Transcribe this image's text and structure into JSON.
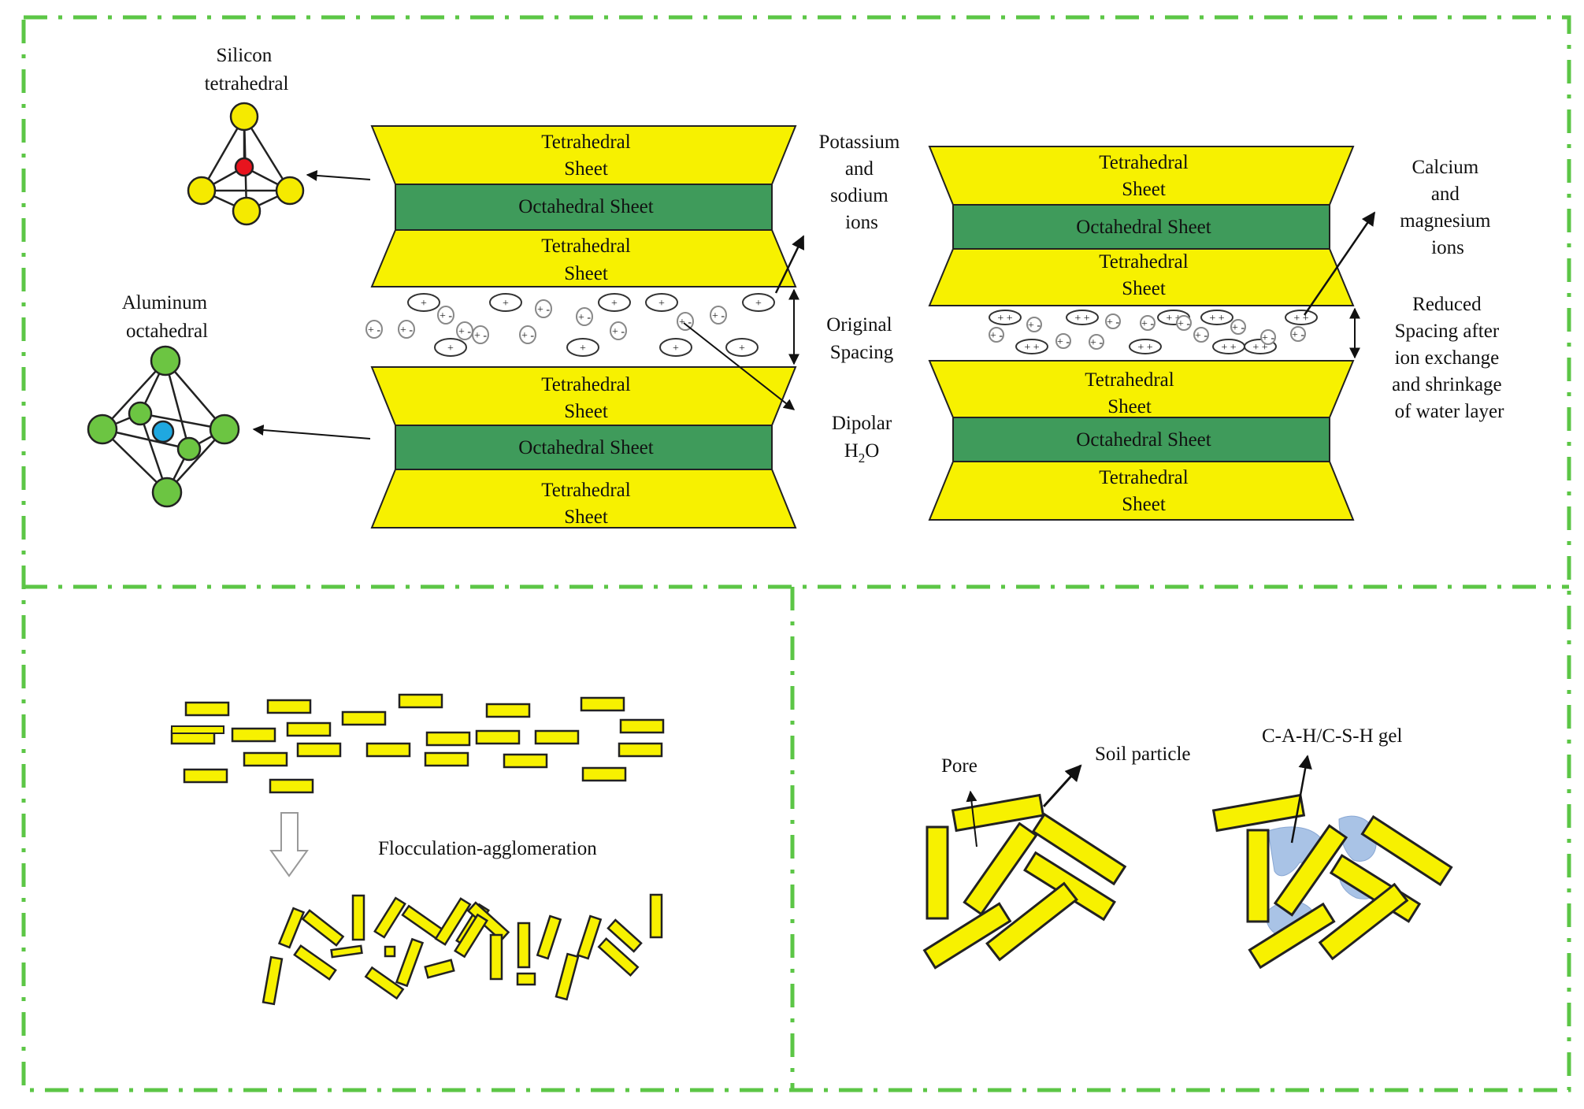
{
  "colors": {
    "border": "#5cc646",
    "tetra": "#f7f100",
    "octa": "#3f9b5b",
    "atom_yellow": "#f5ea00",
    "atom_red": "#e8141e",
    "atom_green": "#6cc542",
    "atom_blue": "#1fa8e0",
    "gel": "#a9c3e6",
    "particle": "#f7f100"
  },
  "icons": {
    "flow_arrow": "down-hollow-arrow-icon"
  },
  "labels": {
    "silicon": [
      "Silicon",
      "tetrahedral"
    ],
    "aluminum": [
      "Aluminum",
      "octahedral"
    ],
    "potassium": [
      "Potassium",
      "and",
      "sodium",
      "ions"
    ],
    "original_spacing": [
      "Original",
      "Spacing"
    ],
    "dipolar": "Dipolar",
    "h2o_h": "H",
    "h2o_sub": "2",
    "h2o_o": "O",
    "calcium": [
      "Calcium",
      "and",
      "magnesium",
      "ions"
    ],
    "reduced": [
      "Reduced",
      "Spacing after",
      "ion exchange",
      "and shrinkage",
      "of water layer"
    ],
    "flocculation": "Flocculation-agglomeration",
    "pore": "Pore",
    "soil_particle": "Soil particle",
    "gel": "C-A-H/C-S-H gel"
  },
  "sheets": {
    "tetra": [
      "Tetrahedral",
      "Sheet"
    ],
    "octa": "Octahedral Sheet"
  },
  "ions": {
    "cation": "+",
    "divalent": "+ +",
    "dipole": "+ -"
  }
}
